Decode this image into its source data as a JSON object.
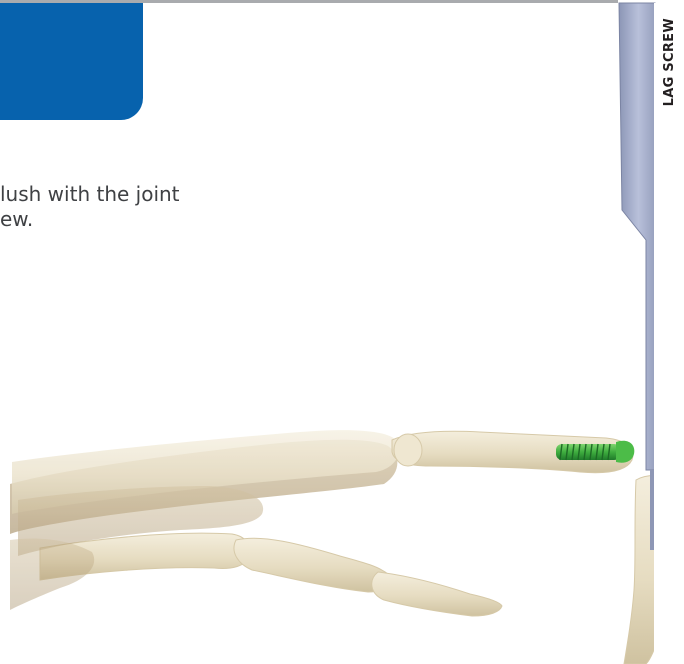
{
  "instruction": {
    "line1": "lush with the joint",
    "line2": "ew."
  },
  "instrument": {
    "label": "LAG SCREW"
  },
  "colors": {
    "header_blue": "#0762ad",
    "bone": "#e9e1c8",
    "bone_shadow": "#c9ba96",
    "screw_green": "#3db34a",
    "instrument_gray": "#9ea7c4"
  }
}
